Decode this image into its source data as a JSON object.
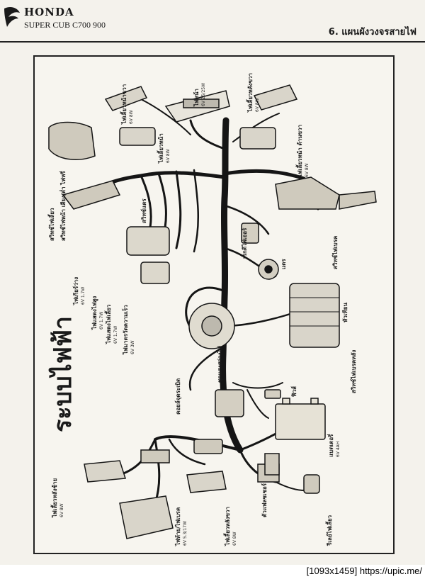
{
  "header": {
    "brand": "HONDA",
    "model": "SUPER CUB C700 900",
    "section": "6. แผนผังวงจรสายไฟ"
  },
  "diagram": {
    "title": "ระบบไฟฟ้า",
    "labels": {
      "turn_rear_right": "ไฟเลี้ยวหน้าขวา",
      "turn_rear_right_spec": "6V 8W",
      "headlight": "ไฟหน้า",
      "headlight_spec": "6V 25/25W",
      "turn_right_front": "ไฟเลี้ยวหลังขวา",
      "turn_right_front_spec": "6V 8W",
      "turn_indicator": "ไฟเลี้ยวหน้า",
      "turn_indicator_spec": "6V 8W",
      "turn_front_right": "ไฟเลี้ยวหน้า ด้านขวา",
      "turn_front_right_spec": "6V 8W",
      "switch_turn": "สวิทช์ไฟเลี้ยว",
      "switch_light": "สวิทช์ไฟหน้า เสียง/ต่ำ ไฟหรี่",
      "switch_horn": "สวิทช์แตร",
      "switch_brake": "สวิทช์ไฟเบรค",
      "lamp_neutral": "ไฟเกียร์ว่าง",
      "lamp_neutral_spec": "6V 1.7W",
      "lamp_high": "ไฟแสดงไฟสูง",
      "lamp_high_spec": "6V 1.7W",
      "lamp_turn_ind": "ไฟแสดงไฟเลี้ยว",
      "lamp_turn_ind_spec": "6V 1.7W",
      "lamp_meter": "ไฟมาตรวัดความเร็ว",
      "lamp_meter_spec": "6V 3W",
      "rectifier": "เร็กติไฟเออร์",
      "horn": "แตร",
      "spark_plug": "หัวเทียน",
      "alternator": "ชุดแสงสว่างไฟ",
      "cdi": "คอยล์จุดระเบิด",
      "fuse": "ฟิวส์",
      "switch_rear_brake": "สวิทช์ไฟเบรคหลัง",
      "battery": "แบตเตอรี่",
      "battery_spec": "6V 4AH",
      "relay": "รีเลย์ไฟเลี้ยว",
      "turn_rear_left": "ไฟเลี้ยวหลังซ้าย",
      "turn_rear_left_spec": "6V 8W",
      "turn_rear_right2": "ไฟเลี้ยวหลังขวา",
      "turn_rear_right2_spec": "6V 8W",
      "tail_brake": "ไฟท้าย/ไฟเบรค",
      "tail_brake_spec": "6V 5.3/17W",
      "flasher": "ตัวแฟลชเชอร์"
    }
  },
  "footer": {
    "image_info": "[1093x1459] https://upic.me/"
  }
}
